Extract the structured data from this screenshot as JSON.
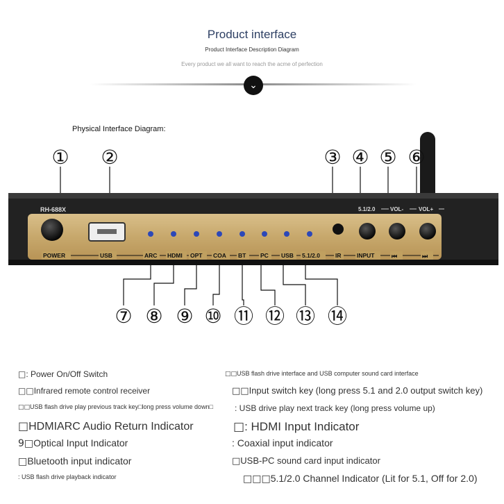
{
  "header": {
    "title": "Product interface",
    "subtitle": "Product Interface Description Diagram",
    "tagline": "Every product we all want to reach the acme of perfection"
  },
  "diagram": {
    "heading": "Physical Interface Diagram:",
    "model": "RH-688X",
    "panel_labels": [
      "POWER",
      "USB",
      "ARC",
      "HDMI",
      "OPT",
      "COA",
      "BT",
      "PC",
      "USB",
      "5.1/2.0",
      "IR",
      "INPUT",
      "⏮",
      "⏭"
    ],
    "button_labels": [
      "5.1/2.0",
      "VOL-",
      "VOL+"
    ],
    "callouts": [
      "①",
      "②",
      "③",
      "④",
      "⑤",
      "⑥",
      "⑦",
      "⑧",
      "⑨",
      "⑩",
      "⑪",
      "⑫",
      "⑬",
      "⑭"
    ]
  },
  "descriptions": {
    "left": [
      {
        "prefix": "□",
        "text": ": Power On/Off Switch"
      },
      {
        "prefix": "□□",
        "text": "Infrared remote control receiver"
      },
      {
        "prefix": "□□",
        "text": "USB flash drive play previous track key□long press volume down□"
      },
      {
        "prefix": "□",
        "text": "HDMIARC Audio Return Indicator"
      },
      {
        "prefix": "9□",
        "text": "Optical Input Indicator"
      },
      {
        "prefix": "□",
        "text": "Bluetooth input indicator"
      },
      {
        "prefix": "",
        "text": ": USB flash drive playback indicator"
      }
    ],
    "right": [
      {
        "prefix": "□□",
        "text": "USB flash drive interface and USB computer sound card interface"
      },
      {
        "prefix": "□□",
        "text": "Input switch key (long press 5.1 and 2.0 output switch key)"
      },
      {
        "prefix": "",
        "text": ": USB drive play next track key (long press volume up)"
      },
      {
        "prefix": "□",
        "text": ": HDMI Input Indicator"
      },
      {
        "prefix": "",
        "text": ": Coaxial input indicator"
      },
      {
        "prefix": "□",
        "text": "USB-PC sound card input indicator"
      },
      {
        "prefix": "□□□",
        "text": "5.1/2.0 Channel Indicator (Lit for 5.1, Off for 2.0)"
      }
    ]
  }
}
